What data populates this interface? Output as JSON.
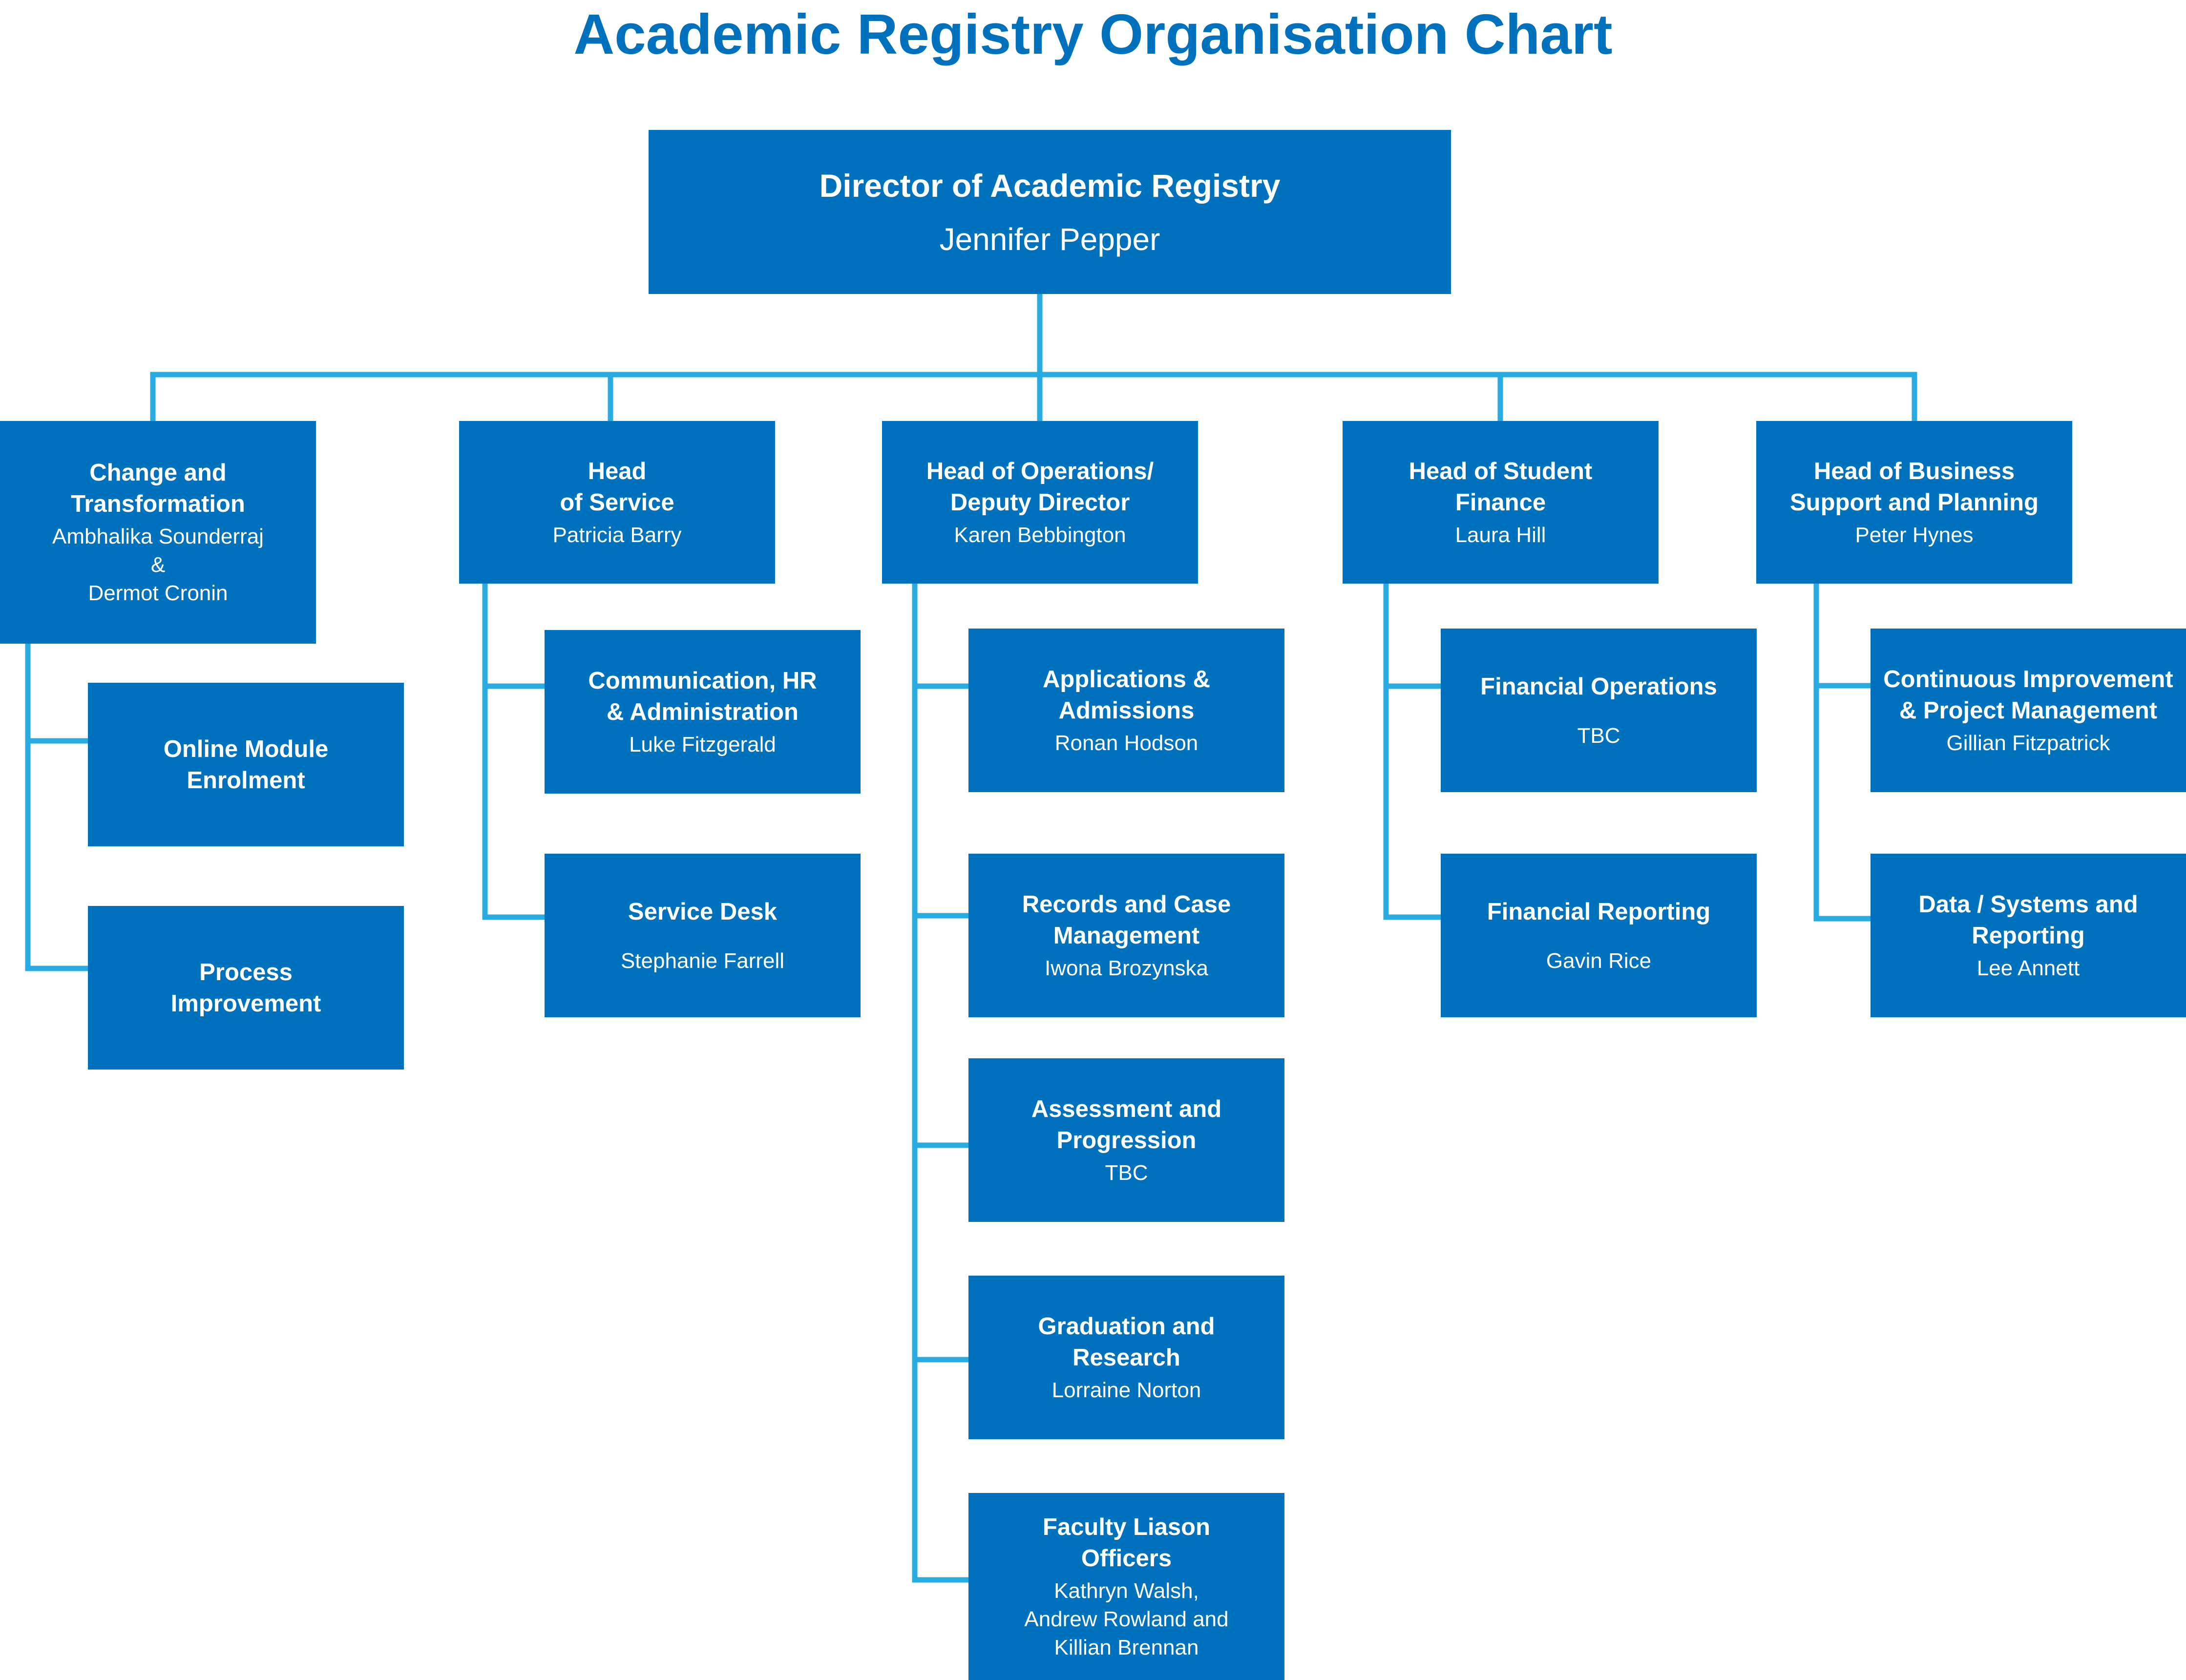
{
  "title": "Academic Registry Organisation Chart",
  "colors": {
    "box": "#0071bc",
    "connector": "#29abe2",
    "title": "#0071bc",
    "text": "#ffffff"
  },
  "director": {
    "title": "Director of Academic Registry",
    "name": "Jennifer Pepper"
  },
  "branches": [
    {
      "title": "Change and\nTransformation",
      "name": "Ambhalika Sounderraj\n&\nDermot Cronin",
      "children": [
        {
          "title": "Online Module\nEnrolment",
          "name": ""
        },
        {
          "title": "Process\nImprovement",
          "name": ""
        }
      ]
    },
    {
      "title": "Head\nof Service",
      "name": "Patricia Barry",
      "children": [
        {
          "title": "Communication, HR\n& Administration",
          "name": "Luke Fitzgerald"
        },
        {
          "title": "Service Desk",
          "name": "Stephanie Farrell"
        }
      ]
    },
    {
      "title": "Head of Operations/\nDeputy Director",
      "name": "Karen Bebbington",
      "children": [
        {
          "title": "Applications &\nAdmissions",
          "name": "Ronan Hodson"
        },
        {
          "title": "Records and Case\nManagement",
          "name": "Iwona Brozynska"
        },
        {
          "title": "Assessment and\nProgression",
          "name": "TBC"
        },
        {
          "title": "Graduation and\nResearch",
          "name": "Lorraine Norton"
        },
        {
          "title": "Faculty Liason\nOfficers",
          "name": "Kathryn Walsh,\nAndrew Rowland and\nKillian Brennan"
        }
      ]
    },
    {
      "title": "Head of Student\nFinance",
      "name": "Laura Hill",
      "children": [
        {
          "title": "Financial Operations",
          "name": "TBC"
        },
        {
          "title": "Financial Reporting",
          "name": "Gavin Rice"
        }
      ]
    },
    {
      "title": "Head of Business\nSupport and Planning",
      "name": "Peter Hynes",
      "children": [
        {
          "title": "Continuous Improvement\n& Project Management",
          "name": "Gillian Fitzpatrick"
        },
        {
          "title": "Data / Systems and\nReporting",
          "name": "Lee Annett"
        }
      ]
    }
  ]
}
